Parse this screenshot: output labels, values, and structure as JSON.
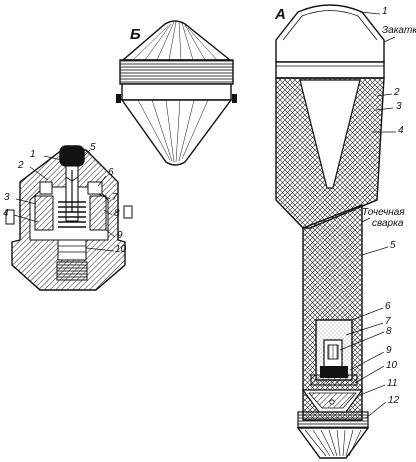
{
  "figure": {
    "view_a_letter": "А",
    "view_b_letter": "Б",
    "note_crimp": "Закатка",
    "note_weld_line1": "Точечная",
    "note_weld_line2": "сварка"
  },
  "view_a_numbers": [
    "1",
    "2",
    "3",
    "4",
    "5",
    "6",
    "7",
    "8",
    "9",
    "10",
    "11",
    "12"
  ],
  "fuze_numbers": [
    "1",
    "2",
    "3",
    "4",
    "5",
    "6",
    "7",
    "8",
    "9",
    "10"
  ],
  "colors": {
    "ink": "#111111",
    "paper": "#ffffff"
  }
}
